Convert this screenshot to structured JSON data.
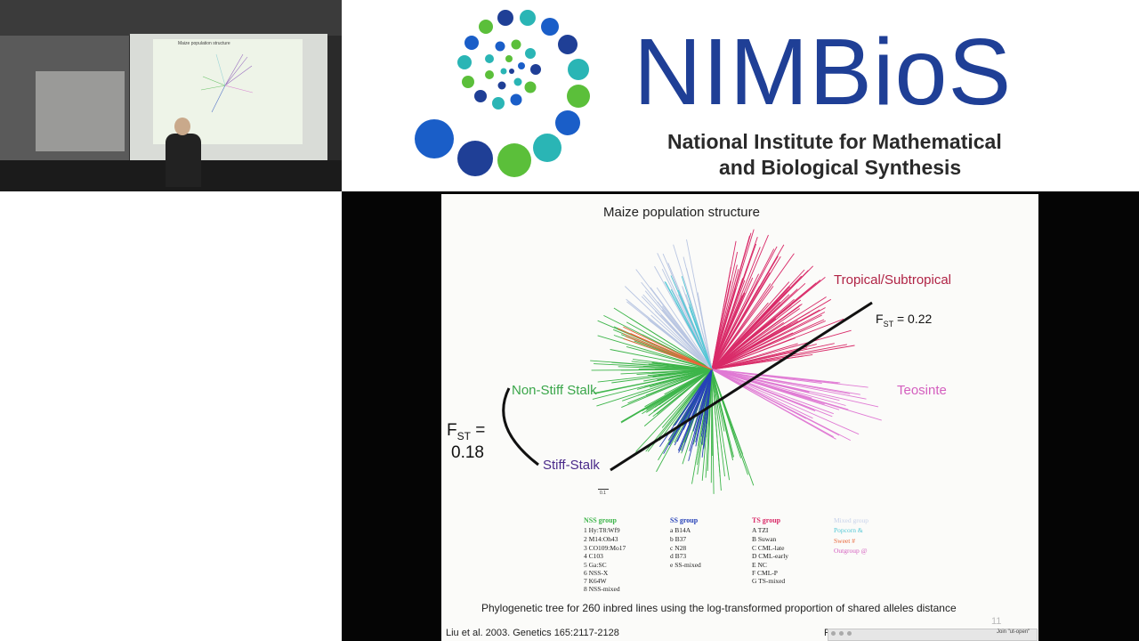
{
  "camera": {
    "mini_title": "Maize population structure"
  },
  "logo": {
    "name": "NIMBioS",
    "subtitle_line1": "National Institute for Mathematical",
    "subtitle_line2": "and Biological Synthesis",
    "colors": [
      "#1f3f96",
      "#2ab5b5",
      "#5bbf3a",
      "#1a5ec8"
    ]
  },
  "slide": {
    "title": "Maize population structure",
    "labels": {
      "tropical": "Tropical/Subtropical",
      "fst_top": "F",
      "fst_top_sub": "ST",
      "fst_top_val": " = 0.22",
      "teosinte": "Teosinte",
      "nss": "Non-Stiff Stalk",
      "ss": "Stiff-Stalk",
      "fst_left": "F",
      "fst_left_sub": "ST",
      "fst_left_eq": " =",
      "fst_left_val": "0.18",
      "scale": "0.1"
    },
    "legend": {
      "nss": {
        "title": "NSS group",
        "items": [
          "1 Hy:T8:Wf9",
          "2 M14:Oh43",
          "3 CO109:Mo17",
          "4 C103",
          "5 Ga:SC",
          "6 NSS-X",
          "7 K64W",
          "8 NSS-mixed"
        ]
      },
      "ss": {
        "title": "SS group",
        "items": [
          "a B14A",
          "b B37",
          "c N28",
          "d B73",
          "e SS-mixed"
        ]
      },
      "ts": {
        "title": "TS group",
        "items": [
          "A TZI",
          "B Suwan",
          "C CML-late",
          "D CML-early",
          "E NC",
          "F CML-P",
          "G TS-mixed"
        ]
      },
      "other": {
        "items": [
          "Mixed group",
          "Popcorn &",
          "Sweet #",
          "Outgroup @"
        ]
      }
    },
    "caption": "Phylogenetic tree for 260 inbred lines using the log-transformed proportion of shared alleles distance",
    "citation": "Liu et al. 2003. Genetics 165:2117-2128",
    "slide_number": "11",
    "footer_letter": "F",
    "status_text": "Join \"ut-open\""
  },
  "tree_colors": {
    "nss": "#3db54a",
    "ss": "#2742b8",
    "ts": "#d92a68",
    "teosinte": "#e07ad4",
    "mixed": "#b9c6e2",
    "popcorn": "#54c8d6",
    "sweet": "#e8663a"
  }
}
